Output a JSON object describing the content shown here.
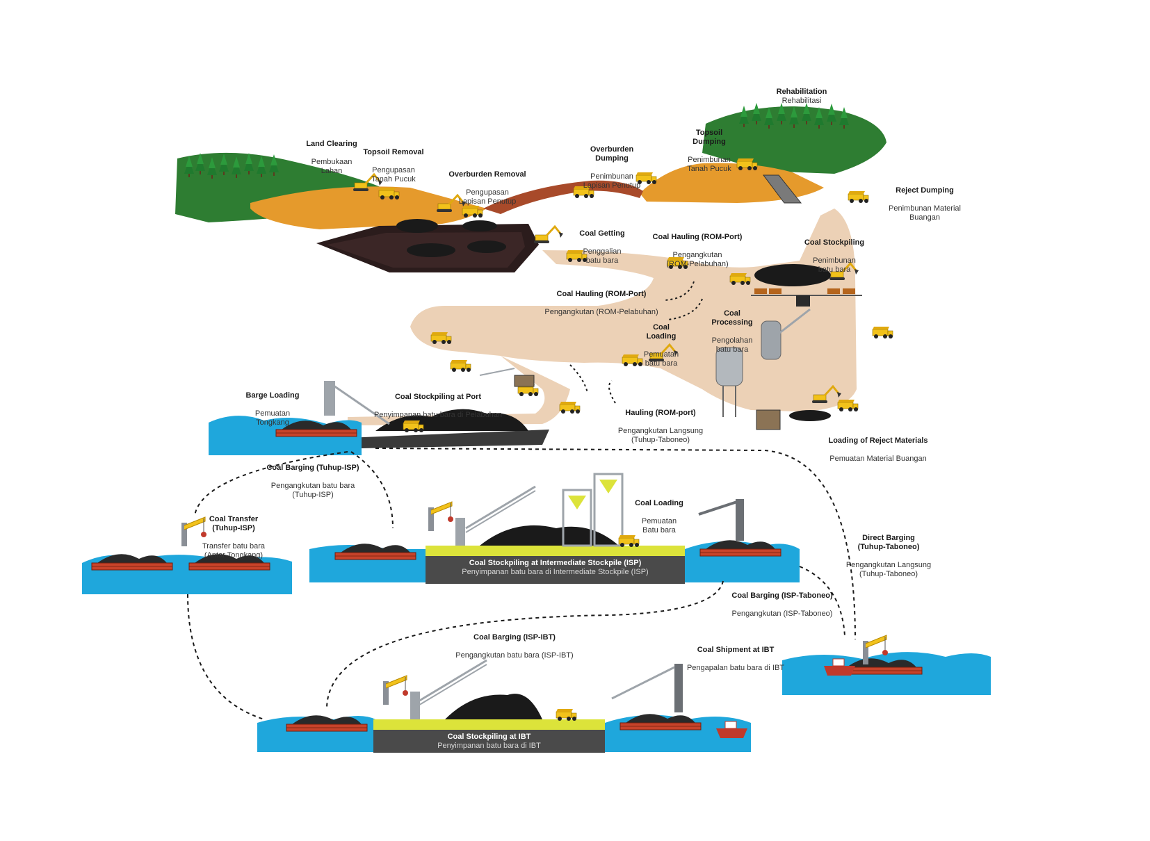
{
  "labels": {
    "rehabilitation": {
      "title": "Rehabilitation",
      "subtitle": "Rehabilitasi"
    },
    "topsoil_dumping": {
      "title": "Topsoil\nDumping",
      "subtitle": "Penimbunan\nTanah Pucuk"
    },
    "land_clearing": {
      "title": "Land Clearing",
      "subtitle": "Pembukaan\nLahan"
    },
    "topsoil_removal": {
      "title": "Topsoil Removal",
      "subtitle": "Pengupasan\nTanah Pucuk"
    },
    "overburden_removal": {
      "title": "Overburden Removal",
      "subtitle": "Pengupasan\nLapisan Penutup"
    },
    "overburden_dumping": {
      "title": "Overburden\nDumping",
      "subtitle": "Penimbunan\nLapisan Penutup"
    },
    "reject_dumping": {
      "title": "Reject Dumping",
      "subtitle": "Penimbunan Material\nBuangan"
    },
    "coal_getting": {
      "title": "Coal Getting",
      "subtitle": "Penggalian\nbatu bara"
    },
    "coal_hauling_rom_port_top": {
      "title": "Coal Hauling (ROM-Port)",
      "subtitle": "Pengangkutan\n(ROM-Pelabuhan)"
    },
    "coal_stockpiling": {
      "title": "Coal Stockpiling",
      "subtitle": "Penimbunan\nbatu bara"
    },
    "coal_hauling_rom_port_mid": {
      "title": "Coal Hauling (ROM-Port)",
      "subtitle": "Pengangkutan (ROM-Pelabuhan)"
    },
    "coal_processing": {
      "title": "Coal\nProcessing",
      "subtitle": "Pengolahan\nbatu bara"
    },
    "coal_loading_top": {
      "title": "Coal\nLoading",
      "subtitle": "Pemuatan\nbatu bara"
    },
    "barge_loading": {
      "title": "Barge Loading",
      "subtitle": "Pemuatan\nTongkang"
    },
    "coal_stockpiling_port": {
      "title": "Coal Stockpiling at Port",
      "subtitle": "Penyimpanan batu bara di Pelabuhan"
    },
    "hauling_rom_port": {
      "title": "Hauling (ROM-port)",
      "subtitle": "Pengangkutan Langsung\n(Tuhup-Taboneo)"
    },
    "loading_reject": {
      "title": "Loading of Reject Materials",
      "subtitle": "Pemuatan Material Buangan"
    },
    "coal_barging_tuhup_isp": {
      "title": "Coal Barging (Tuhup-ISP)",
      "subtitle": "Pengangkutan batu bara\n(Tuhup-ISP)"
    },
    "coal_transfer": {
      "title": "Coal Transfer\n(Tuhup-ISP)",
      "subtitle": "Transfer batu bara\n(Antar Tongkang)"
    },
    "coal_loading_isp": {
      "title": "Coal Loading",
      "subtitle": "Pemuatan\nBatu bara"
    },
    "direct_barging": {
      "title": "Direct Barging\n(Tuhup-Taboneo)",
      "subtitle": "Pengangkutan Langsung\n(Tuhup-Taboneo)"
    },
    "coal_barging_isp_taboneo": {
      "title": "Coal Barging (ISP-Taboneo)",
      "subtitle": "Pengangkutan (ISP-Taboneo)"
    },
    "coal_barging_isp_ibt": {
      "title": "Coal Barging (ISP-IBT)",
      "subtitle": "Pengangkutan batu bara (ISP-IBT)"
    },
    "coal_shipment_ibt": {
      "title": "Coal Shipment at IBT",
      "subtitle": "Pengapalan batu bara di IBT"
    }
  },
  "slabs": {
    "isp": {
      "title": "Coal Stockpiling at Intermediate Stockpile (ISP)",
      "subtitle": "Penyimpanan batu bara di Intermediate Stockpile (ISP)"
    },
    "ibt": {
      "title": "Coal Stockpiling at IBT",
      "subtitle": "Penyimpanan batu bara di IBT"
    }
  },
  "colors": {
    "grass": "#2e7d32",
    "soil": "#e59a2c",
    "overburden": "#a84a2a",
    "road": "#ecd1b6",
    "coal": "#222222",
    "water": "#1fa7dc",
    "barge": "#c8432a",
    "slab": "#4a4a4a",
    "platform": "#dce33a",
    "equipment": "#f2c21b"
  }
}
